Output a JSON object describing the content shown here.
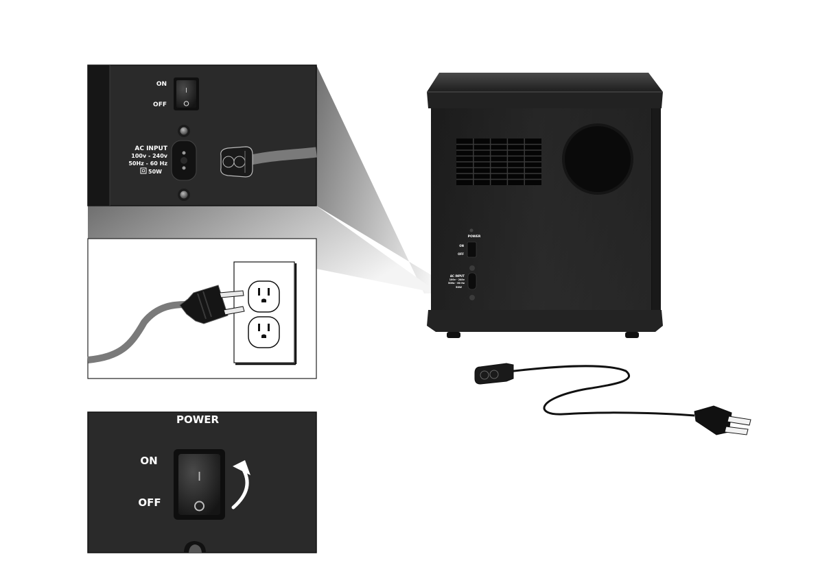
{
  "panel_top": {
    "switch_on": "ON",
    "switch_off": "OFF",
    "switch_on_glyph": "I",
    "switch_off_glyph": "O",
    "ac_input": "AC INPUT",
    "voltage": "100v - 240v",
    "frequency": "50Hz - 60 Hz",
    "power": "50W"
  },
  "panel_bottom": {
    "title": "POWER",
    "switch_on": "ON",
    "switch_off": "OFF",
    "switch_on_glyph": "I",
    "switch_off_glyph": "O"
  },
  "unit_panel": {
    "power": "POWER",
    "switch_on": "ON",
    "switch_off": "OFF",
    "ac_input": "AC INPUT",
    "voltage": "100v - 240v",
    "frequency": "50Hz - 60 Hz",
    "power_rating": "50W"
  },
  "colors": {
    "panel_dark": "#2a2a2a",
    "panel_edge": "#161616",
    "cable_grey": "#7a7a7a",
    "outlet_bg": "#ffffff"
  }
}
